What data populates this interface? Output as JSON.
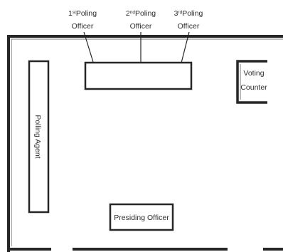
{
  "labels": {
    "officer1": {
      "num": "1",
      "sup": "st",
      "line1": "Poling",
      "line2": "Officer"
    },
    "officer2": {
      "num": "2",
      "sup": "nd",
      "line1": "Poling",
      "line2": "Officer"
    },
    "officer3": {
      "num": "3",
      "sup": "rd",
      "line1": "Poling",
      "line2": "Officer"
    },
    "voting_counter": {
      "line1": "Voting",
      "line2": "Counter"
    },
    "polling_agent": "Polling Agent",
    "presiding_officer": "Presiding Officer"
  },
  "colors": {
    "stroke": "#262626",
    "text": "#2e2e2e",
    "background": "#ffffff"
  }
}
